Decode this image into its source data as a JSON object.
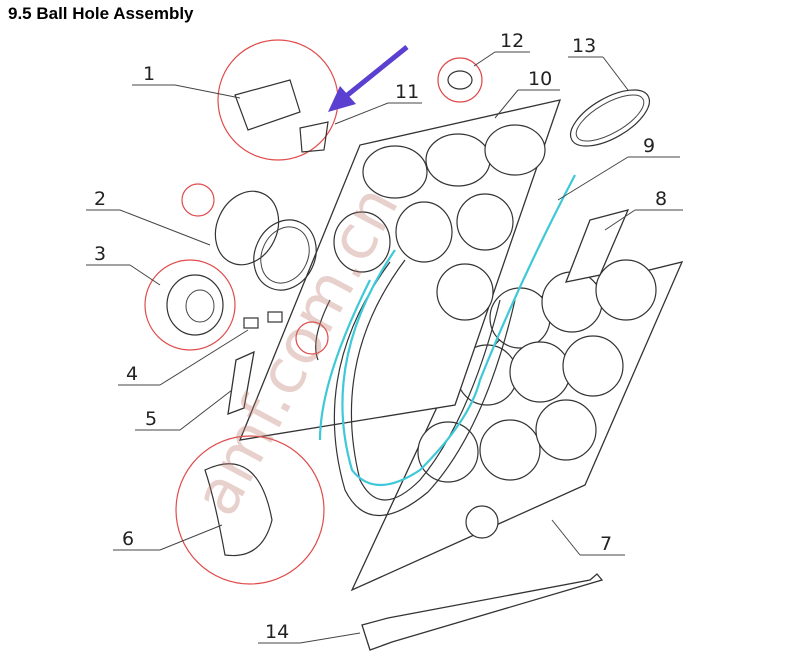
{
  "header": {
    "title": "9.5 Ball Hole Assembly"
  },
  "callouts": [
    "1",
    "2",
    "3",
    "4",
    "5",
    "6",
    "7",
    "8",
    "9",
    "10",
    "11",
    "12",
    "13",
    "14"
  ],
  "watermark": "amf.com.cn",
  "colors": {
    "pointer_arrow": "#5a3fd0",
    "detail_circles": "#e04b4b",
    "cable": "#3ec8d8"
  }
}
